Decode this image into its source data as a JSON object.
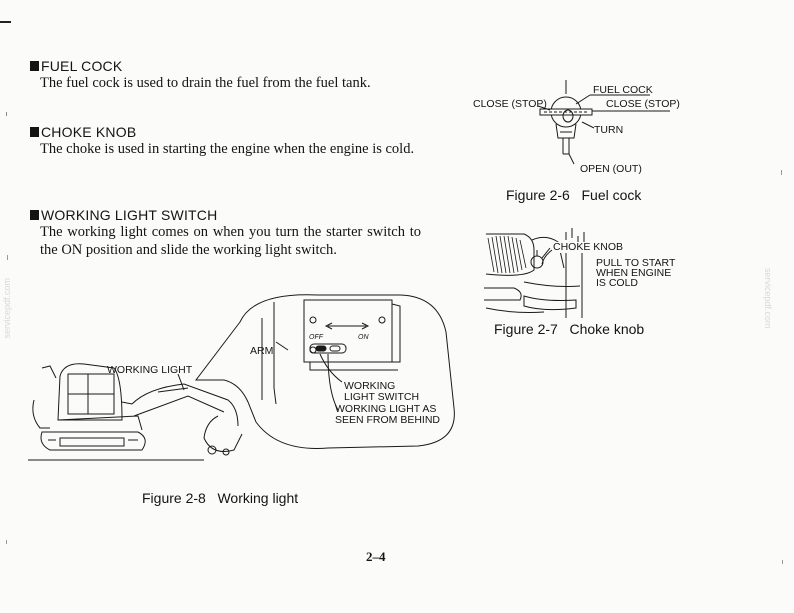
{
  "sections": [
    {
      "title": "FUEL COCK",
      "body": "The fuel cock is used to drain the fuel from the fuel tank."
    },
    {
      "title": "CHOKE KNOB",
      "body": "The choke is used in starting the engine when the engine is cold."
    },
    {
      "title": "WORKING LIGHT SWITCH",
      "body": "The working light comes on when you turn the starter switch to the ON position and slide the working light switch."
    }
  ],
  "figures": {
    "fuel_cock": {
      "caption": "Figure 2-6   Fuel cock",
      "labels": {
        "fuel_cock": "FUEL COCK",
        "close_left": "CLOSE (STOP)",
        "close_right": "CLOSE (STOP)",
        "turn": "TURN",
        "open": "OPEN (OUT)"
      }
    },
    "choke": {
      "caption": "Figure 2-7   Choke knob",
      "labels": {
        "choke_knob": "CHOKE KNOB",
        "pull_1": "PULL TO START",
        "pull_2": "WHEN ENGINE",
        "pull_3": "IS COLD"
      }
    },
    "working_light": {
      "caption": "Figure 2-8   Working light",
      "labels": {
        "working_light": "WORKING LIGHT",
        "arm": "ARM",
        "off": "OFF",
        "on": "ON",
        "switch_1": "WORKING",
        "switch_2": "LIGHT SWITCH",
        "behind_1": "WORKING LIGHT AS",
        "behind_2": "SEEN FROM BEHIND"
      }
    }
  },
  "page_number": "2–4",
  "watermark": "servicepdf.com"
}
